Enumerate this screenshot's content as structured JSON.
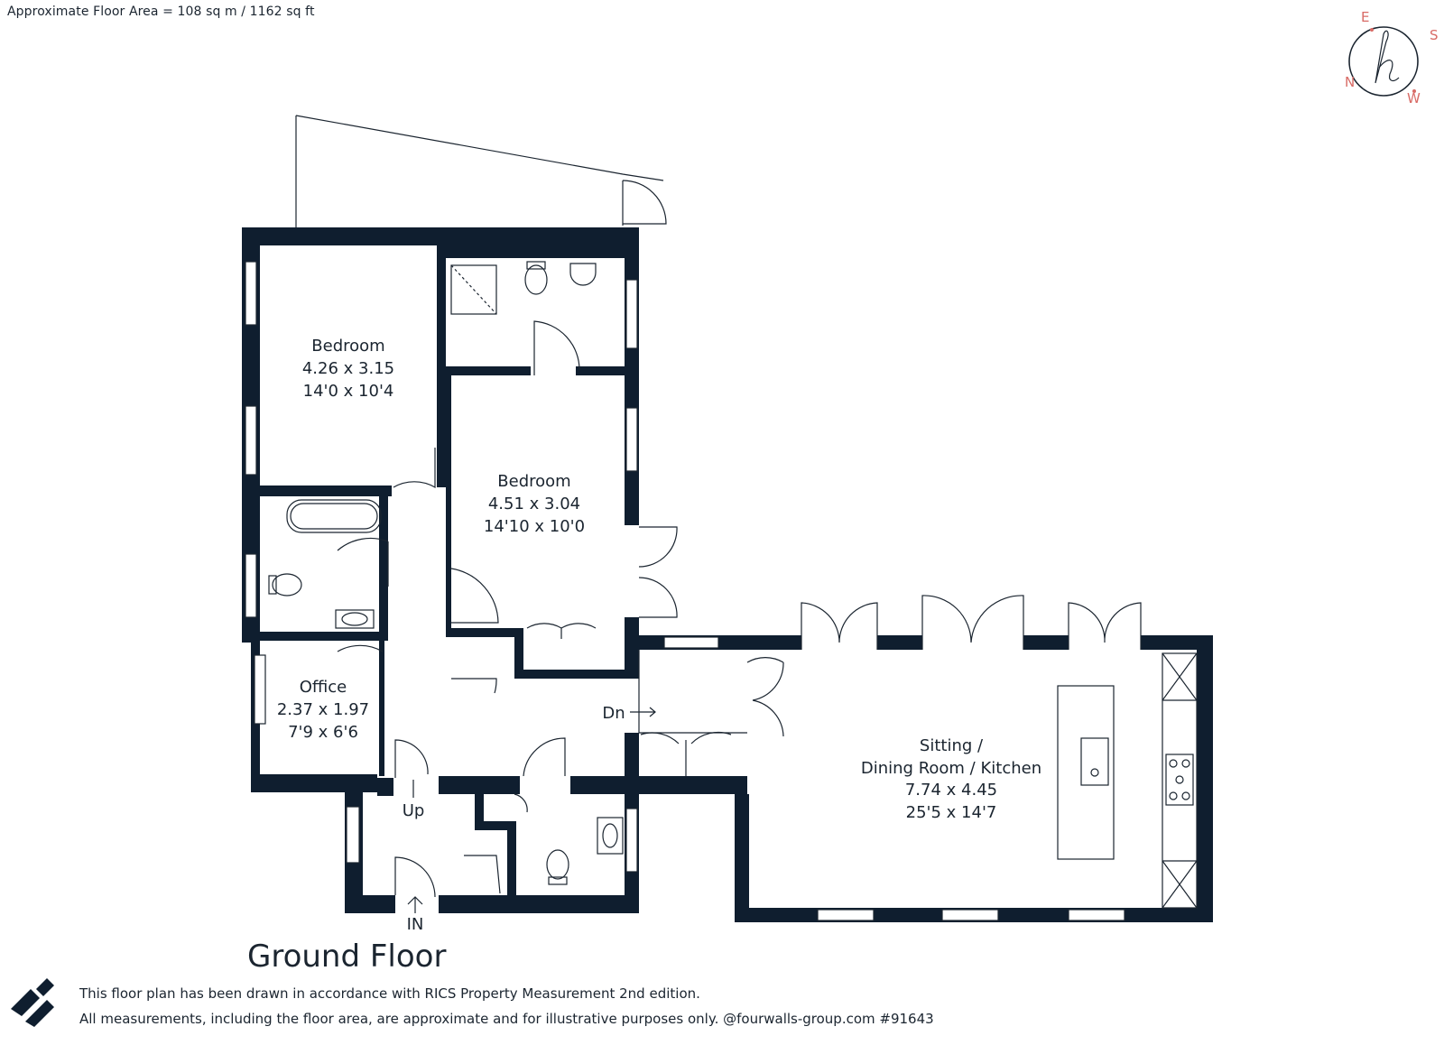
{
  "header": {
    "floor_area": "Approximate Floor Area = 108 sq m / 1162 sq ft"
  },
  "compass": {
    "e": "E",
    "s": "S",
    "n": "N",
    "w": "W",
    "accent": "#d86b66",
    "logo_icon": "h-monogram-icon"
  },
  "plan": {
    "title": "Ground Floor",
    "wall_color": "#0f1e2f",
    "rooms": {
      "bedroom1": {
        "name": "Bedroom",
        "metric": "4.26 x 3.15",
        "imperial": "14'0 x 10'4"
      },
      "bedroom2": {
        "name": "Bedroom",
        "metric": "4.51 x 3.04",
        "imperial": "14'10 x 10'0"
      },
      "office": {
        "name": "Office",
        "metric": "2.37 x 1.97",
        "imperial": "7'9 x 6'6"
      },
      "living": {
        "name_line1": "Sitting /",
        "name_line2": "Dining Room / Kitchen",
        "metric": "7.74 x 4.45",
        "imperial": "25'5 x 14'7"
      }
    },
    "markers": {
      "up": "Up",
      "down": "Dn",
      "entrance": "IN"
    }
  },
  "footer": {
    "line1": "This floor plan has been drawn in accordance with RICS Property Measurement 2nd edition.",
    "line2": "All measurements, including the floor area, are approximate and for illustrative purposes only. @fourwalls-group.com #91643",
    "logo_icon": "fourwalls-logo-icon"
  }
}
